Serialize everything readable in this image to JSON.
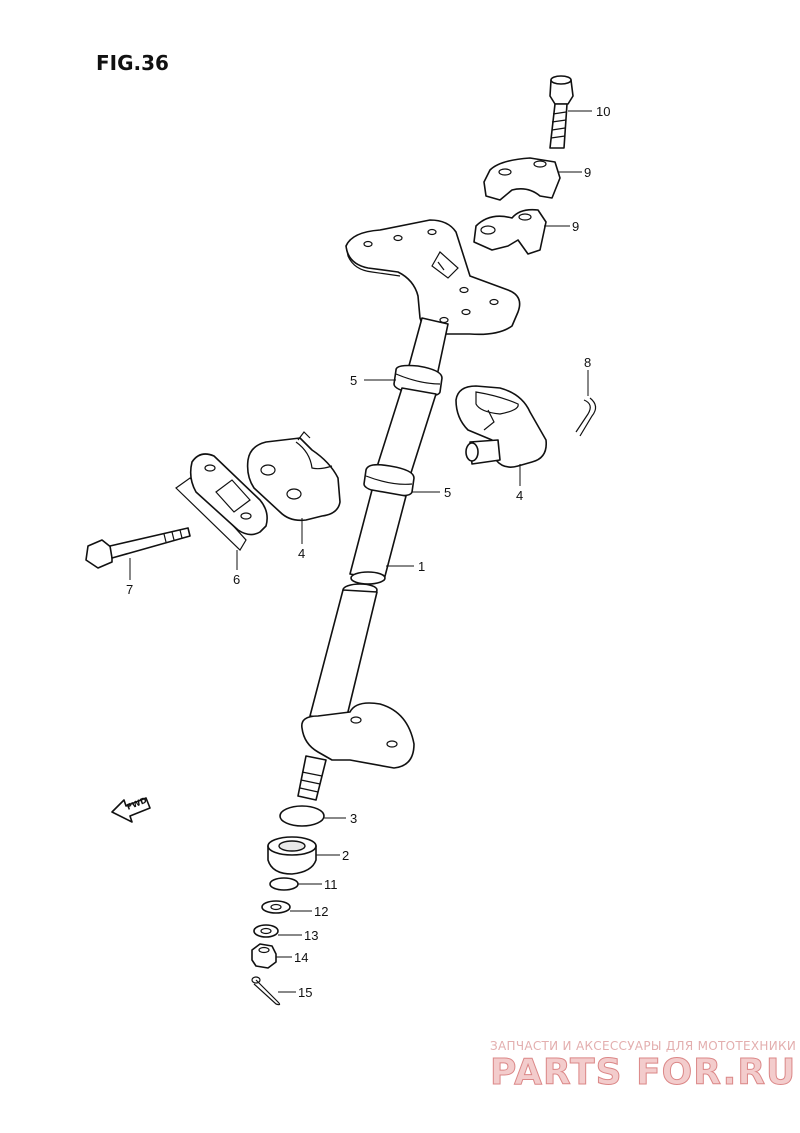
{
  "figure": {
    "title": "FIG.36"
  },
  "callouts": {
    "c1": "1",
    "c2": "2",
    "c3": "3",
    "c4a": "4",
    "c4b": "4",
    "c5a": "5",
    "c5b": "5",
    "c6": "6",
    "c7": "7",
    "c8": "8",
    "c9a": "9",
    "c9b": "9",
    "c10": "10",
    "c11": "11",
    "c12": "12",
    "c13": "13",
    "c14": "14",
    "c15": "15"
  },
  "fwd_mark": {
    "label": "FWD"
  },
  "watermark": {
    "tagline": "ЗАПЧАСТИ И АКСЕССУАРЫ ДЛЯ МОТОТЕХНИКИ",
    "brand": "PARTS FOR.RU"
  },
  "colors": {
    "ink": "#111111",
    "watermark": "#d87b7b"
  }
}
